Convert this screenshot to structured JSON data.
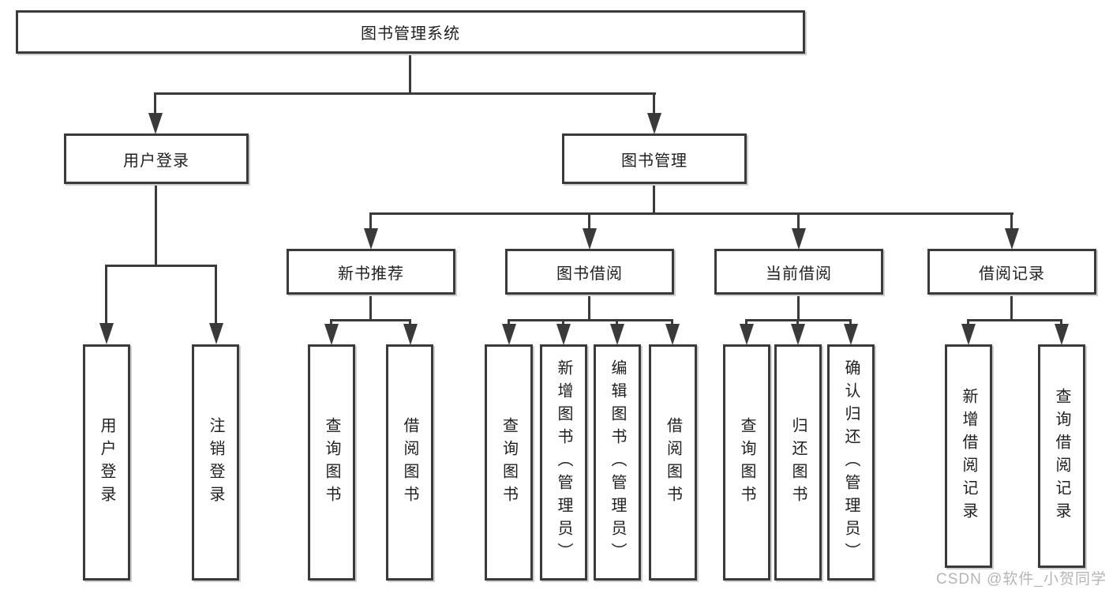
{
  "diagram": {
    "root": {
      "label": "图书管理系统"
    },
    "branches": {
      "user_login": {
        "label": "用户登录"
      },
      "book_mgmt": {
        "label": "图书管理"
      }
    },
    "modules": {
      "new_books": {
        "label": "新书推荐"
      },
      "book_borrow": {
        "label": "图书借阅"
      },
      "current_borrow": {
        "label": "当前借阅"
      },
      "borrow_records": {
        "label": "借阅记录"
      }
    },
    "leaves": {
      "user_login": {
        "label": "用户登录"
      },
      "logout": {
        "label": "注销登录"
      },
      "nb_query": {
        "label": "查询图书"
      },
      "nb_borrow": {
        "label": "借阅图书"
      },
      "bb_query": {
        "label": "查询图书"
      },
      "bb_add": {
        "label": "新增图书（管理员）"
      },
      "bb_edit": {
        "label": "编辑图书（管理员）"
      },
      "bb_borrow": {
        "label": "借阅图书"
      },
      "cb_query": {
        "label": "查询图书"
      },
      "cb_return": {
        "label": "归还图书"
      },
      "cb_confirm": {
        "label": "确认归还（管理员）"
      },
      "br_add": {
        "label": "新增借阅记录"
      },
      "br_query": {
        "label": "查询借阅记录"
      }
    }
  },
  "watermark": {
    "text": "CSDN @软件_小贺同学"
  },
  "colors": {
    "line": "#3a3a3a",
    "text": "#1f1f1f",
    "watermark": "#b5b5b5",
    "background": "#ffffff"
  }
}
